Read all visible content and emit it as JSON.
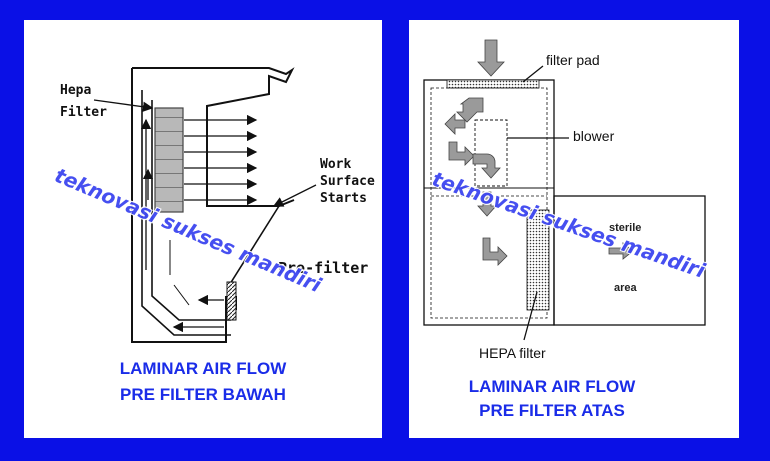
{
  "left": {
    "labels": {
      "hepa_line1": "Hepa",
      "hepa_line2": "Filter",
      "work_line1": "Work",
      "work_line2": "Surface",
      "work_line3": "Starts",
      "prefilter": "Pre-filter"
    },
    "caption_line1": "LAMINAR AIR FLOW",
    "caption_line2": "PRE FILTER BAWAH",
    "watermark": "teknovasi sukses mandiri"
  },
  "right": {
    "labels": {
      "filter_pad": "filter pad",
      "blower": "blower",
      "sterile": "sterile",
      "area": "area",
      "hepa_filter": "HEPA filter"
    },
    "caption_line1": "LAMINAR AIR FLOW",
    "caption_line2": "PRE FILTER ATAS",
    "watermark": "teknovasi sukses mandiri"
  },
  "colors": {
    "background": "#0a10e6",
    "caption": "#1a2ce8",
    "watermark": "#3d46f0",
    "panel": "#ffffff"
  }
}
